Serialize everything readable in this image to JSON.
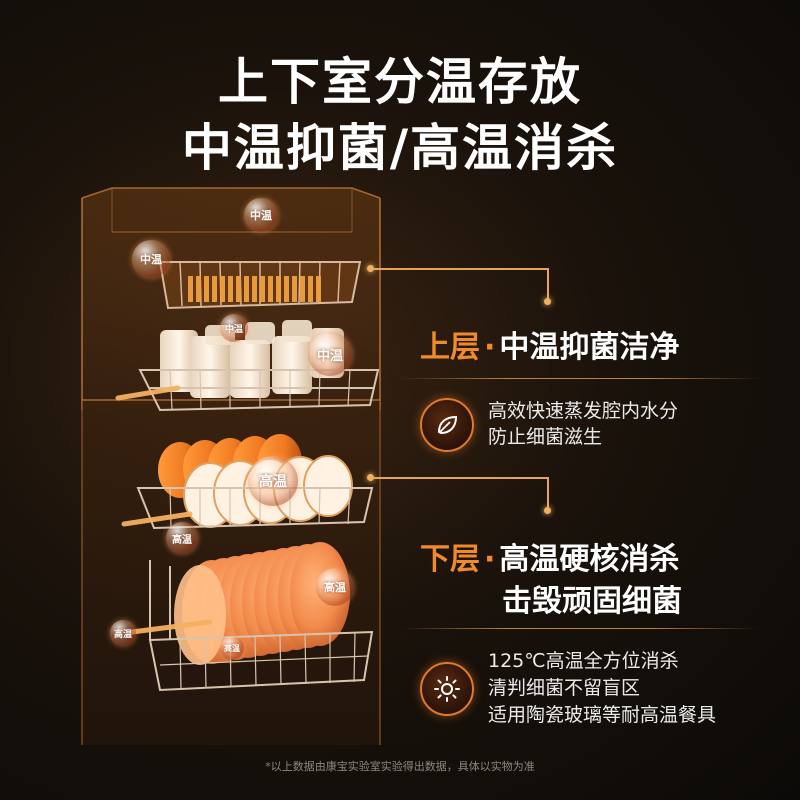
{
  "headline": {
    "line1": "上下室分温存放",
    "line2": "中温抑菌/高温消杀"
  },
  "upper": {
    "tag": "上层",
    "separator": "·",
    "title": "中温抑菌洁净",
    "feature_icon": "leaf-icon",
    "feature_lines": [
      "高效快速蒸发腔内水分",
      "防止细菌滋生"
    ]
  },
  "lower": {
    "tag": "下层",
    "separator": "·",
    "title": "高温硬核消杀",
    "title_line2": "击毁顽固细菌",
    "feature_icon": "sun-icon",
    "feature_lines": [
      "125℃高温全方位消杀",
      "清判细菌不留盲区",
      "适用陶瓷玻璃等耐高温餐具"
    ]
  },
  "bubbles": {
    "mid": "中温",
    "high": "高温"
  },
  "footnote": "*以上数据由康宝实验室实验得出数据，具体以实物为准",
  "colors": {
    "accent": "#f08a2a",
    "glow": "#e8a35a",
    "background": "#0c0a08"
  }
}
